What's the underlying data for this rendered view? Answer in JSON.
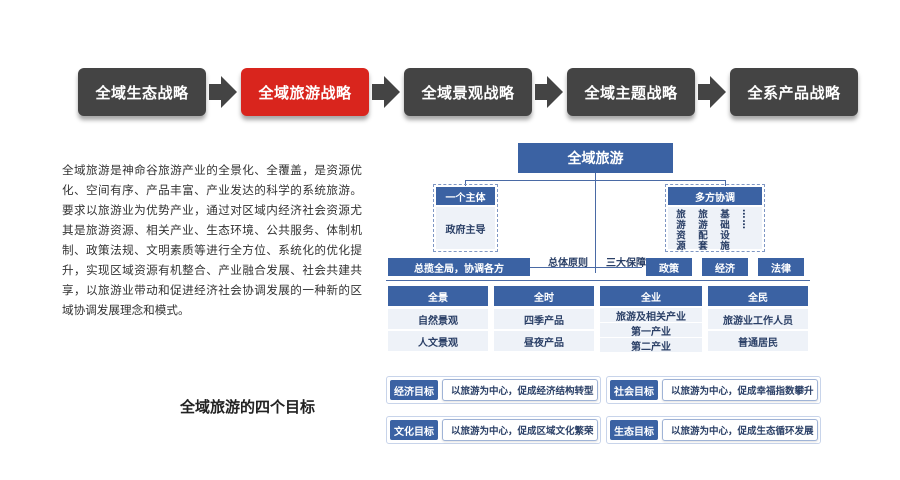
{
  "strategies": [
    {
      "label": "全域生态战略",
      "active": false
    },
    {
      "label": "全域旅游战略",
      "active": true
    },
    {
      "label": "全域景观战略",
      "active": false
    },
    {
      "label": "全域主题战略",
      "active": false
    },
    {
      "label": "全系产品战略",
      "active": false
    }
  ],
  "paragraph": "全域旅游是神命谷旅游产业的全景化、全覆盖，是资源优化、空间有序、产品丰富、产业发达的科学的系统旅游。要求以旅游业为优势产业，通过对区域内经济社会资源尤其是旅游资源、相关产业、生态环境、公共服务、体制机制、政策法规、文明素质等进行全方位、系统化的优化提升，实现区域资源有机整合、产业融合发展、社会共建共享，以旅游业带动和促进经济社会协调发展的一种新的区域协调发展理念和模式。",
  "goals_title": "全域旅游的四个目标",
  "diagram": {
    "root": "全域旅游",
    "one_subject": {
      "title": "一个主体",
      "item": "政府主导"
    },
    "multi_coord": {
      "title": "多方协调",
      "items": [
        "旅游资源",
        "旅游配套",
        "基础设施",
        "……"
      ]
    },
    "principle_left": "总揽全局，协调各方",
    "principle_label": "总体原则",
    "guarantee_label": "三大保障",
    "guarantees": [
      "政策",
      "经济",
      "法律"
    ],
    "columns": [
      {
        "title": "全景",
        "items": [
          "自然景观",
          "人文景观"
        ]
      },
      {
        "title": "全时",
        "items": [
          "四季产品",
          "昼夜产品"
        ]
      },
      {
        "title": "全业",
        "items": [
          "旅游及相关产业",
          "第一产业",
          "第二产业"
        ]
      },
      {
        "title": "全民",
        "items": [
          "旅游业工作人员",
          "普通居民"
        ]
      }
    ]
  },
  "goals": [
    {
      "tag": "经济目标",
      "desc": "以旅游为中心，促成经济结构转型"
    },
    {
      "tag": "社会目标",
      "desc": "以旅游为中心，促成幸福指数攀升"
    },
    {
      "tag": "文化目标",
      "desc": "以旅游为中心，促成区域文化繁荣"
    },
    {
      "tag": "生态目标",
      "desc": "以旅游为中心，促成生态循环发展"
    }
  ],
  "colors": {
    "accent": "#d9251d",
    "dark": "#444444",
    "blue": "#3b62a3"
  }
}
